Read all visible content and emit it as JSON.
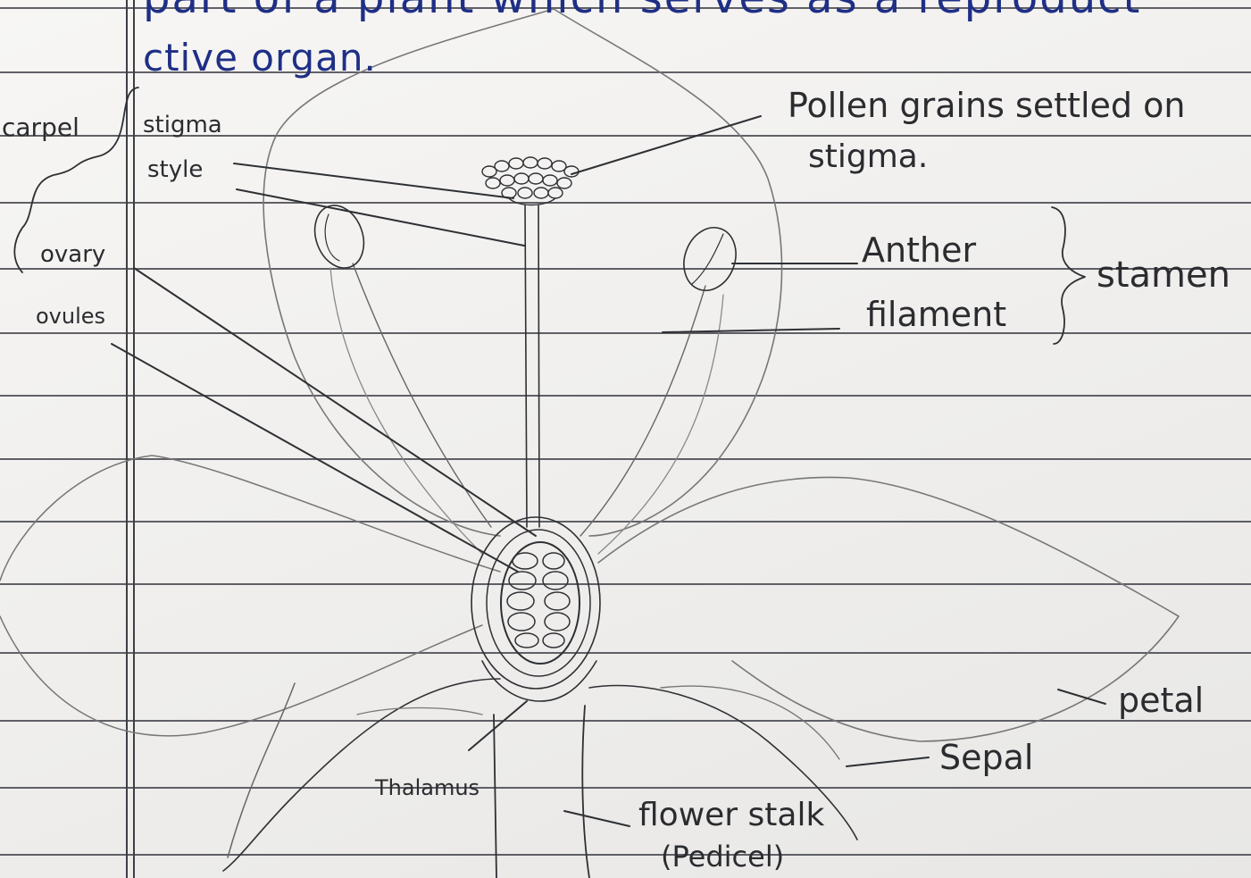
{
  "notes": {
    "line_top": "part of a plant which serves as a reproduct",
    "line_2": "ctive organ."
  },
  "labels": {
    "carpel": "carpel",
    "stigma": "stigma",
    "style": "style",
    "ovary": "ovary",
    "ovules": "ovules",
    "pollen": "Pollen grains settled on",
    "pollen_2": "stigma.",
    "anther": "Anther",
    "filament": "filament",
    "stamen": "stamen",
    "petal": "petal",
    "sepal": "Sepal",
    "thalamus": "Thalamus",
    "flower_stalk": "flower stalk",
    "pedicel": "(Pedicel)"
  },
  "colors": {
    "pencil": "#2b2c30",
    "blue_ink": "#1f2f86",
    "paper": "#f4f3f2"
  }
}
